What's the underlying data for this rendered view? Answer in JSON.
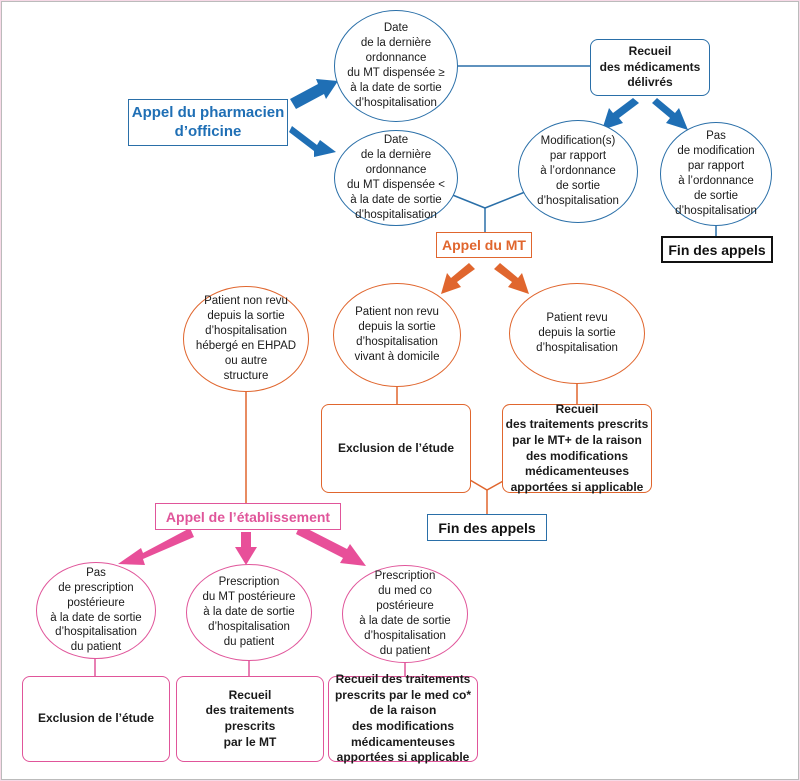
{
  "pharmacist": {
    "title": "Appel du pharmacien\nd’officine",
    "ellipse_geq": "Date\nde la dernière\nordonnance\ndu MT dispensée ≥\nà la date de sortie\nd’hospitalisation",
    "ellipse_lt": "Date\nde la dernière\nordonnance\ndu MT dispensée <\nà la date de sortie\nd’hospitalisation",
    "collect_box": "Recueil\ndes médicaments\ndélivrés",
    "modification": "Modification(s)\npar rapport\nà l’ordonnance\nde sortie\nd’hospitalisation",
    "no_modification": "Pas\nde modification\npar rapport\nà l’ordonnance\nde sortie\nd’hospitalisation",
    "end_calls": "Fin des appels"
  },
  "mt": {
    "title": "Appel du MT",
    "not_seen_home": "Patient non revu\ndepuis la sortie\nd’hospitalisation\nvivant à domicile",
    "seen": "Patient revu\ndepuis la sortie\nd’hospitalisation",
    "exclusion": "Exclusion de l’étude",
    "collect": "Recueil\ndes traitements prescrits\npar le MT+ de la raison\ndes modifications\nmédicamenteuses\napportées si applicable",
    "end_calls": "Fin des appels"
  },
  "establishment": {
    "not_seen_ehpad": "Patient non revu\ndepuis la sortie\nd’hospitalisation\nhébergé en EHPAD\nou autre\nstructure",
    "title": "Appel de l’établissement",
    "no_prescription": "Pas\nde prescription\npostérieure\nà la date de sortie\nd’hospitalisation\ndu patient",
    "mt_prescription": "Prescription\ndu MT postérieure\nà la date de sortie\nd’hospitalisation\ndu patient",
    "medco_prescription": "Prescription\ndu med co\npostérieure\nà la date de sortie\nd’hospitalisation\ndu patient",
    "exclusion": "Exclusion de l’étude",
    "collect_mt": "Recueil\ndes traitements\nprescrits\npar le MT",
    "collect_medco": "Recueil des traitements\nprescrits par le med co*\nde la raison\ndes modifications\nmédicamenteuses\napportées si applicable"
  },
  "colors": {
    "blue": "#1f6fb5",
    "orange": "#e0662e",
    "pink": "#e0559a",
    "background": "#f7d9e7"
  }
}
